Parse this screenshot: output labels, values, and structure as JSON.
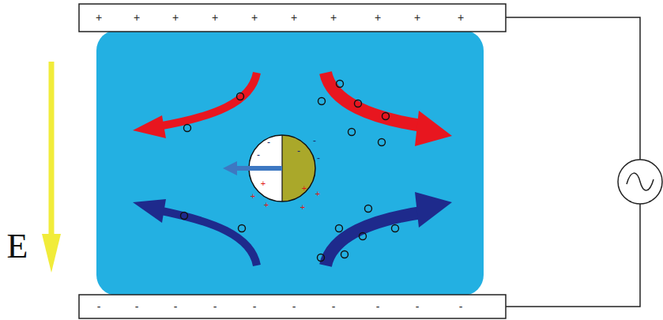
{
  "diagram": {
    "labels": [
      "+",
      "+",
      "+",
      "+",
      "+",
      "+",
      "+",
      "+",
      "+",
      "+",
      "-",
      "-",
      "-",
      "-",
      "-",
      "-",
      "-",
      "-",
      "-",
      "-",
      "E",
      "-",
      "-",
      "-",
      "-",
      "-",
      "+",
      "+",
      "+",
      "+",
      "+",
      "+"
    ]
  }
}
